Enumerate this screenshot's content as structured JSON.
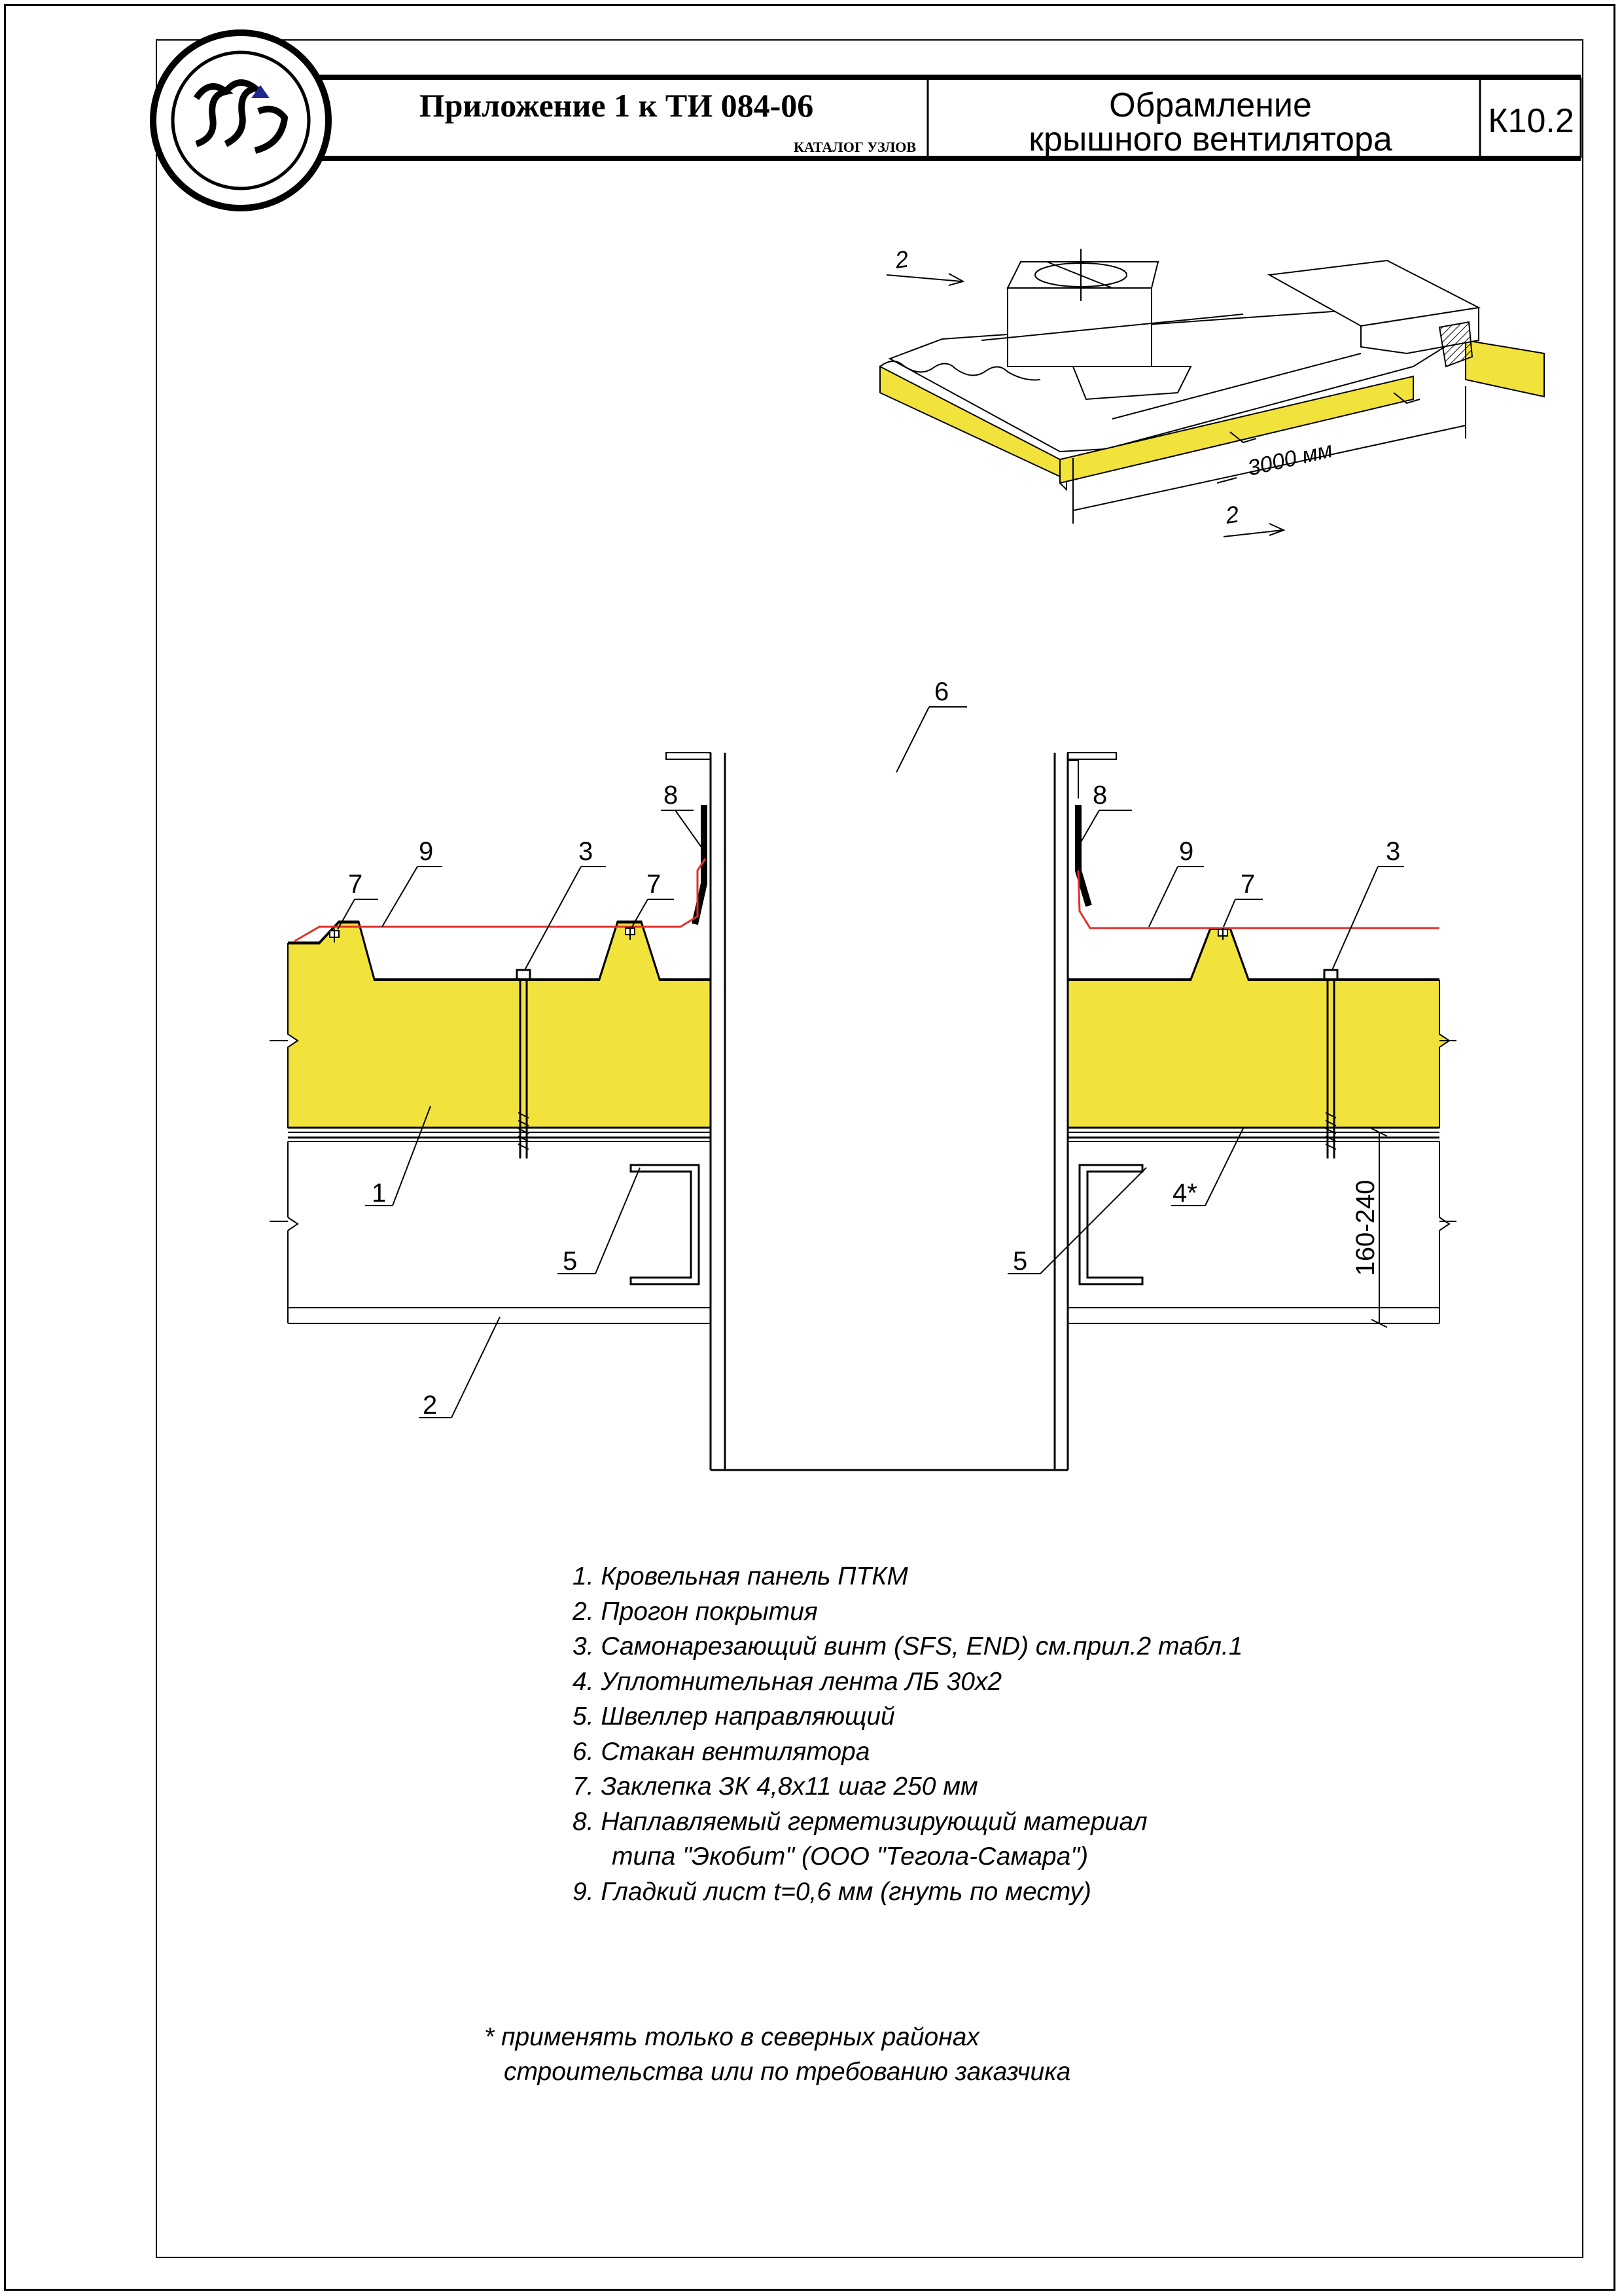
{
  "title_block": {
    "appendix": "Приложение 1 к ТИ 084-06",
    "catalog": "КАТАЛОГ УЗЛОВ",
    "title_line1": "Обрамление",
    "title_line2": "крышного вентилятора",
    "sheet_code": "К10.2"
  },
  "perspective": {
    "section_mark": "2",
    "dimension": "3000 мм"
  },
  "callouts": {
    "c1": "1",
    "c2": "2",
    "c3": "3",
    "c4": "4*",
    "c5": "5",
    "c6": "6",
    "c7": "7",
    "c8": "8",
    "c9": "9"
  },
  "dimension_label": "160-240",
  "legend": [
    "1. Кровельная панель ПТКМ",
    "2. Прогон покрытия",
    "3. Самонарезающий винт (SFS, END) см.прил.2 табл.1",
    "4. Уплотнительная лента ЛБ 30х2",
    "5. Швеллер направляющий",
    "6. Стакан вентилятора",
    "7. Заклепка ЗК 4,8х11 шаг 250 мм",
    "8. Наплавляемый герметизирующий материал",
    "типа \"Экобит\" (ООО \"Тегола-Самара\")",
    "9. Гладкий лист t=0,6 мм (гнуть по месту)"
  ],
  "footnote": {
    "line1": "* применять только в северных районах",
    "line2": "строительства или по требованию заказчика"
  },
  "colors": {
    "insulation": "#f2e23c",
    "smooth_sheet": "#e0302a",
    "logo_accent": "#1d2a8c",
    "ink": "#000000"
  }
}
